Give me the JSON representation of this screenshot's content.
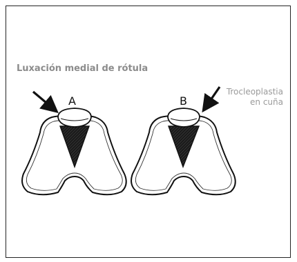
{
  "title": "Luxación medial de rótula",
  "labels": {
    "a": "A",
    "b": "B",
    "technique_line1": "Trocleoplastia",
    "technique_line2": "en cuña"
  },
  "colors": {
    "title": "#8c8c8c",
    "technique": "#9a9a9a",
    "lines": "#111111"
  }
}
